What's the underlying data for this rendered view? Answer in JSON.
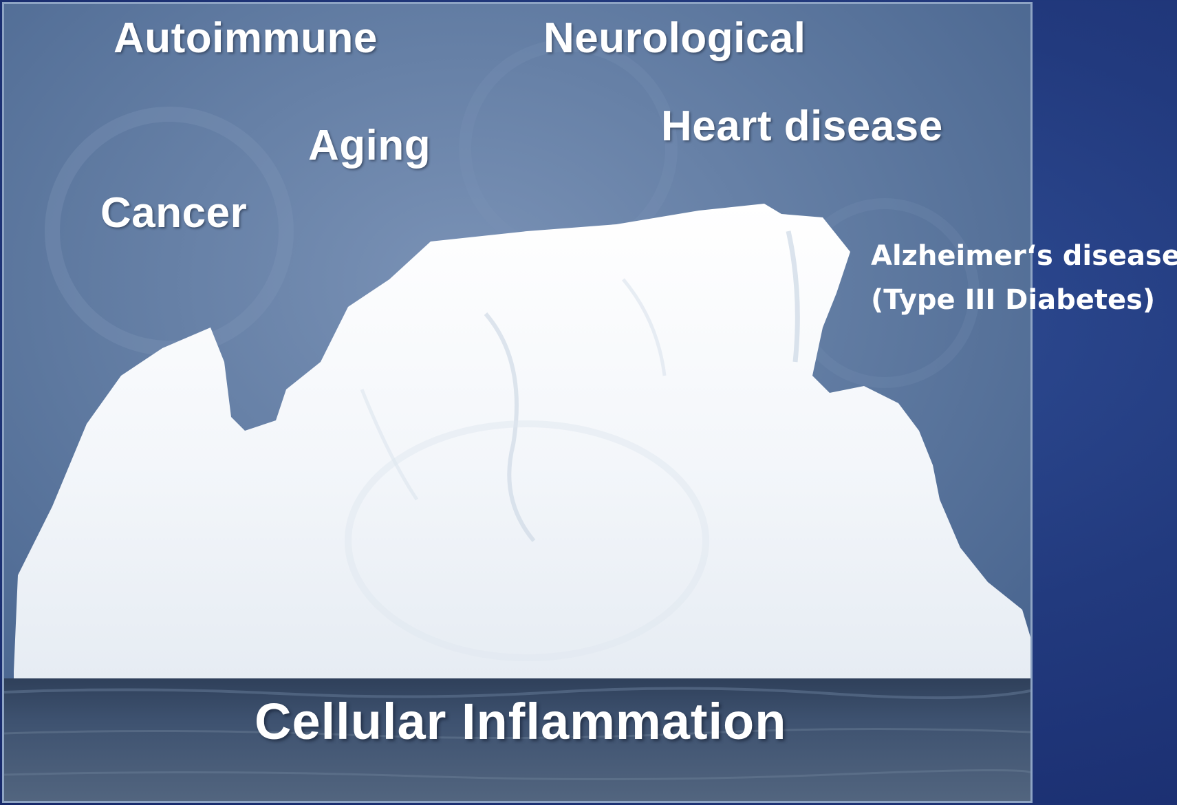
{
  "photo": {
    "labels": {
      "autoimmune": "Autoimmune",
      "neurological": "Neurological",
      "aging": "Aging",
      "heart_disease": "Heart disease",
      "cancer": "Cancer",
      "cellular_inflammation": "Cellular Inflammation"
    },
    "icons": {
      "iceberg": "iceberg-illustration",
      "sea": "ocean-waterline"
    }
  },
  "slide_text": {
    "line1": "Alzheimer‘s disease",
    "line2": "(Type III Diabetes)"
  },
  "colors": {
    "slide_background": "#223a7e",
    "sky": "#5f7ba3",
    "iceberg": "#f4f7fb",
    "sea": "#3b4f6b",
    "text": "#ffffff"
  }
}
